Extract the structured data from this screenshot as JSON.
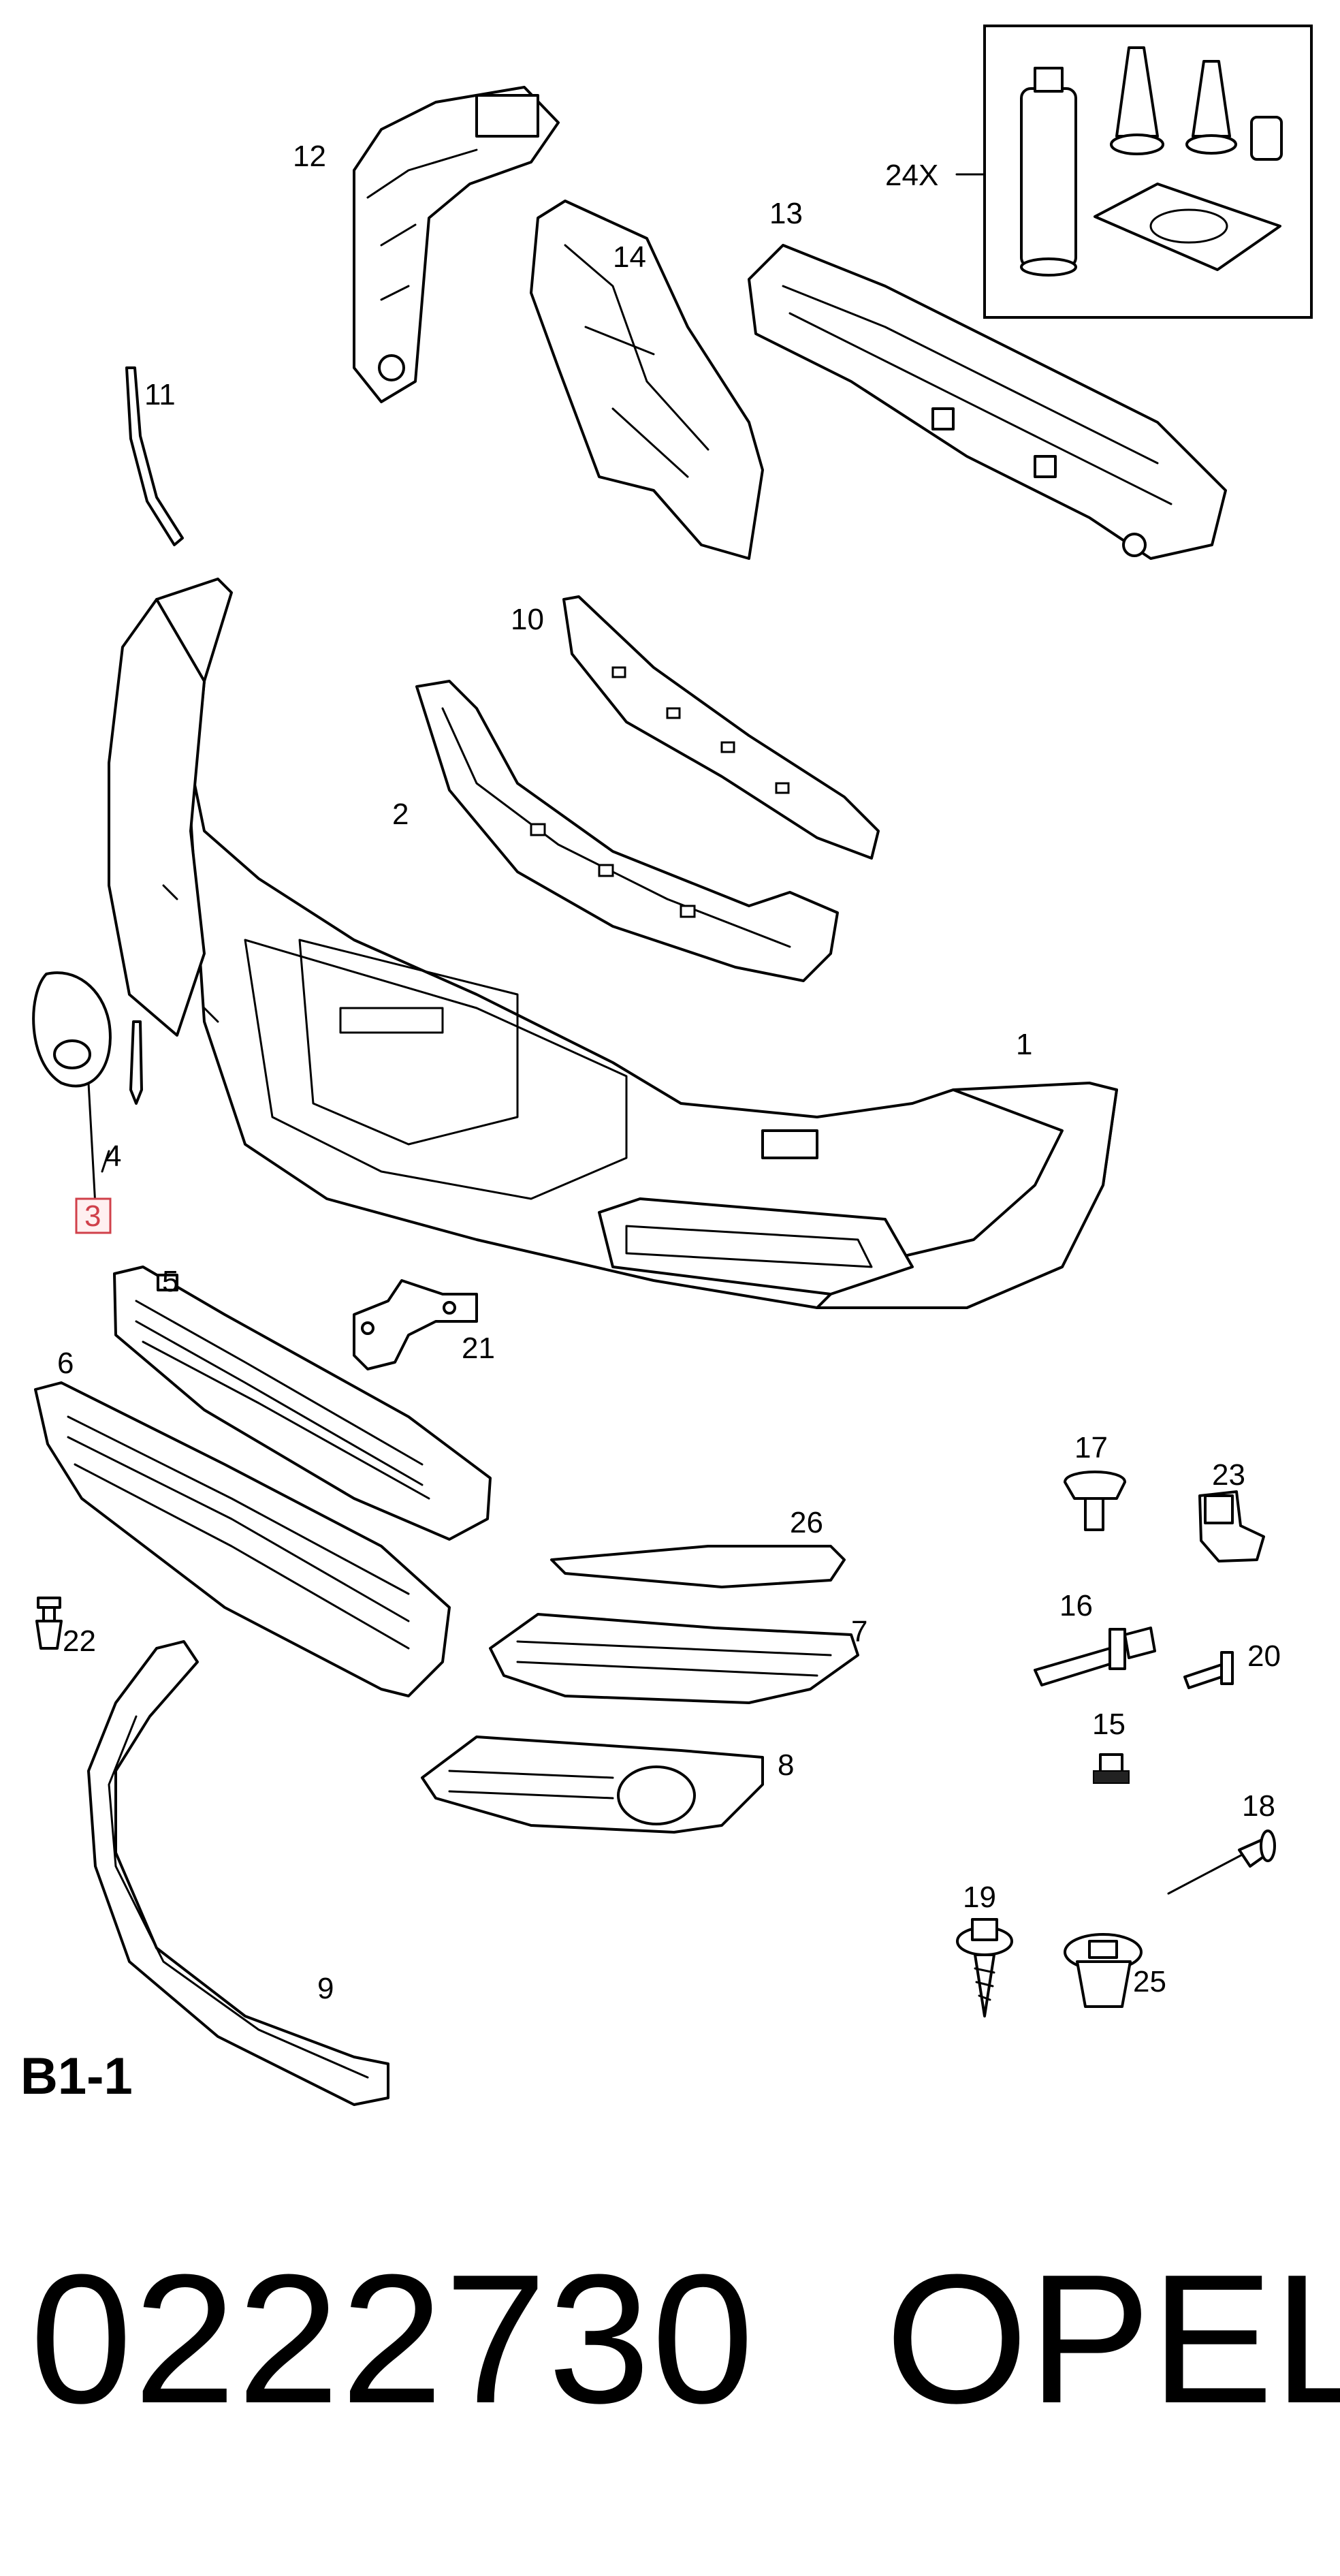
{
  "diagram": {
    "page_label": "B1-1",
    "part_number": "0222730",
    "brand": "OPEL",
    "highlighted_callout": "3",
    "highlight_color": "#d0404a",
    "callouts": {
      "c1": "1",
      "c2": "2",
      "c3": "3",
      "c4": "4",
      "c5": "5",
      "c6": "6",
      "c7": "7",
      "c8": "8",
      "c9": "9",
      "c10": "10",
      "c11": "11",
      "c12": "12",
      "c13": "13",
      "c14": "14",
      "c15": "15",
      "c16": "16",
      "c17": "17",
      "c18": "18",
      "c19": "19",
      "c20": "20",
      "c21": "21",
      "c22": "22",
      "c23": "23",
      "c24x": "24X",
      "c25": "25",
      "c26": "26"
    }
  }
}
